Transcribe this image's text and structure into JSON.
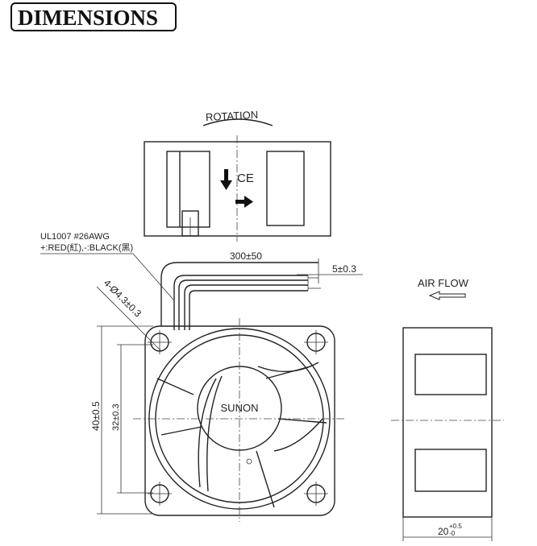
{
  "title": "DIMENSIONS",
  "top_view": {
    "rotation_label": "ROTATION",
    "ce_mark": "CE"
  },
  "wire": {
    "spec": "UL1007  #26AWG",
    "colors": "+:RED(紅),-:BLACK(黑)",
    "length": "300±50",
    "strip_length": "5±0.3"
  },
  "front_view": {
    "hole_spec": "4-Ø4.3±0.3",
    "outer_size": "40±0.5",
    "hole_pitch": "32±0.3",
    "brand": "SUNON"
  },
  "side_view": {
    "airflow_label": "AIR FLOW",
    "thickness_base": "20",
    "thickness_tol_upper": "+0.5",
    "thickness_tol_lower": "-0"
  }
}
